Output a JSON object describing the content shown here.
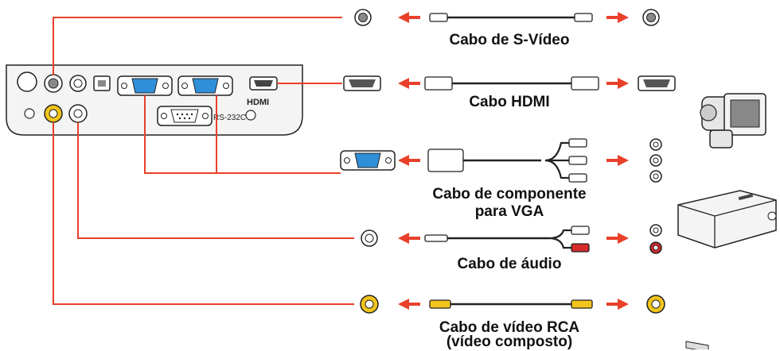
{
  "panel": {
    "hdmi_label": "HDMI",
    "rs232c_label": "RS-232C"
  },
  "cables": {
    "svideo": "Cabo de S-Vídeo",
    "hdmi": "Cabo HDMI",
    "component_line1": "Cabo de componente",
    "component_line2": "para VGA",
    "audio": "Cabo de áudio",
    "rca_line1": "Cabo de vídeo RCA",
    "rca_line2": "(vídeo composto)"
  },
  "colors": {
    "guide_line": "#e8402a",
    "arrow": "#e8402a",
    "vga_port": "#2f8fd8",
    "rca_yellow": "#f2c51c",
    "rca_red": "#d42a2a",
    "panel_fill": "#f4f4f4",
    "stroke": "#222222"
  },
  "icons": [
    "camcorder-icon",
    "vcr-icon"
  ]
}
